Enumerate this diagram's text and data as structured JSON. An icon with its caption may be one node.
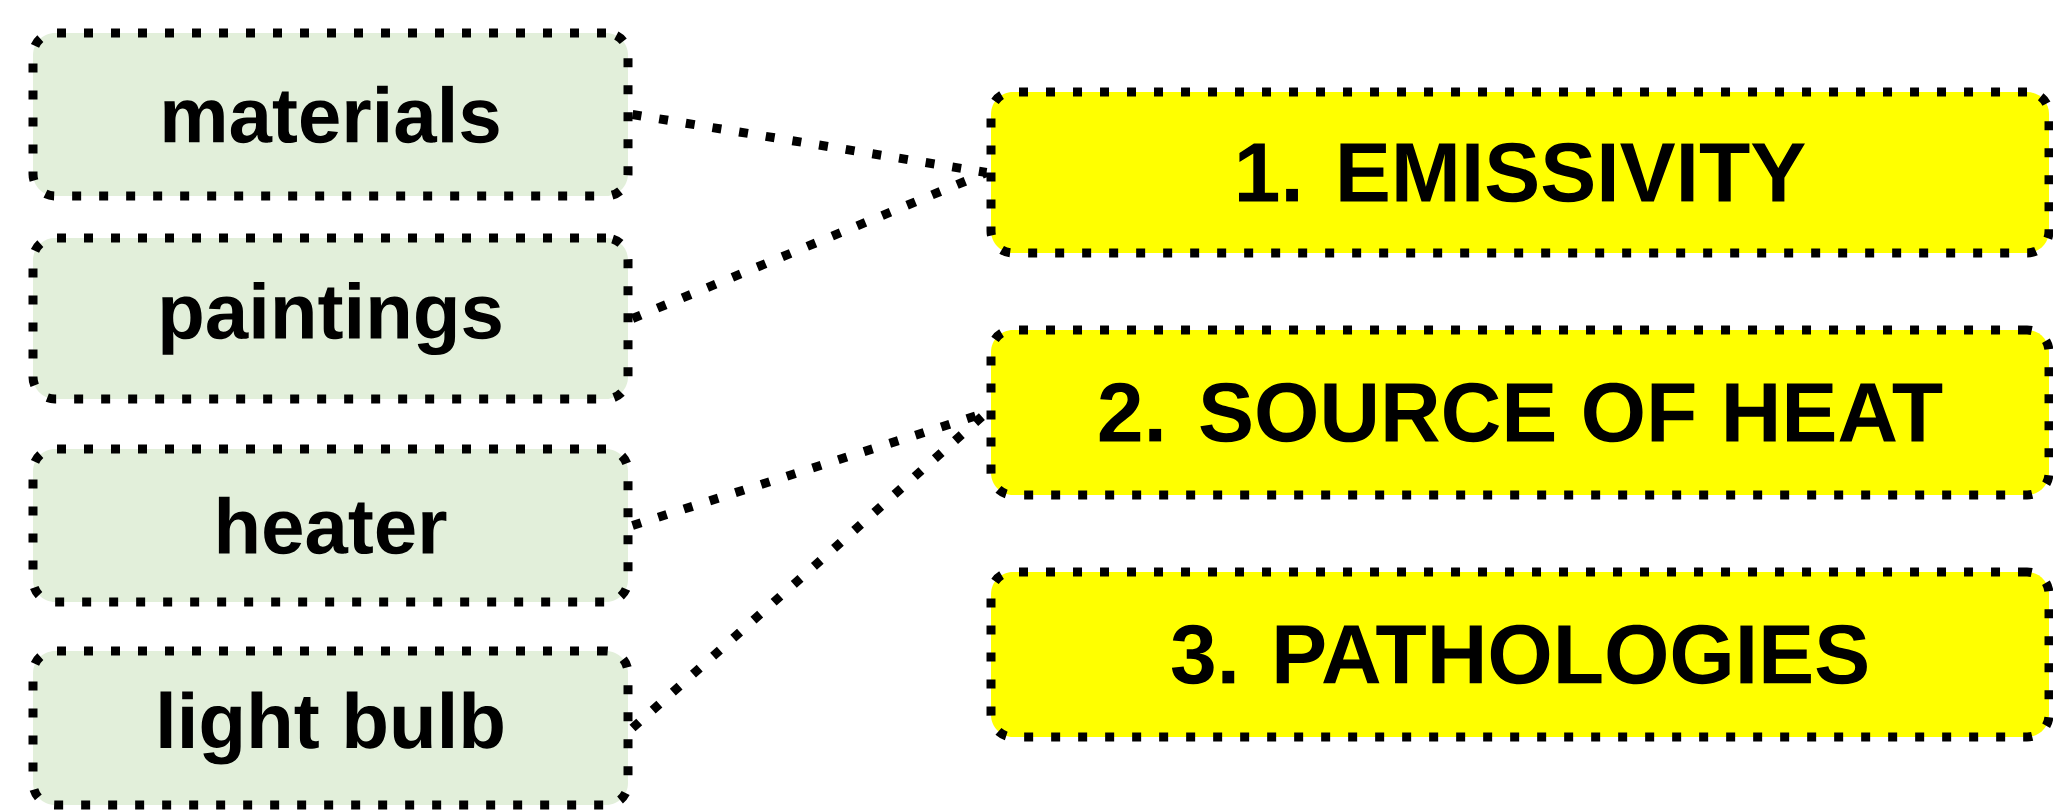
{
  "diagram": {
    "nodes": [
      {
        "text": [
          "materials"
        ]
      },
      {
        "text": [
          "paintings"
        ]
      },
      {
        "text": [
          "heater"
        ]
      },
      {
        "text": [
          "light bulb"
        ]
      },
      {
        "text": [
          "1. EMISSIVITY"
        ]
      },
      {
        "text": [
          "2. SOURCE OF HEAT"
        ]
      },
      {
        "text": [
          "3. PATHOLOGIES"
        ]
      }
    ],
    "edges": [
      {
        "from": 0,
        "to": 4,
        "arrow": "none"
      },
      {
        "from": 1,
        "to": 4,
        "arrow": "none"
      },
      {
        "from": 2,
        "to": 5,
        "arrow": "none"
      },
      {
        "from": 3,
        "to": 5,
        "arrow": "none"
      }
    ]
  }
}
